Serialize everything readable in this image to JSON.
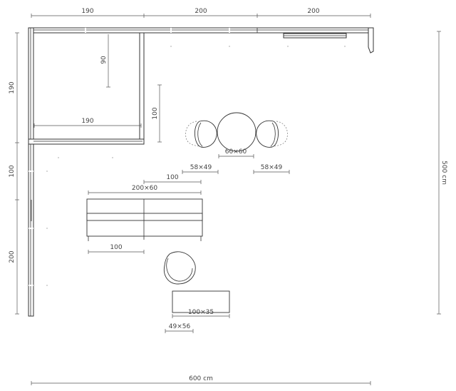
{
  "labels": {
    "top_left_width": "190",
    "top_mid_width": "200",
    "top_right_width": "200",
    "room_inner_depth": "90",
    "left_top_height": "190",
    "inner_wall_height": "100",
    "room_inner_width": "190",
    "left_mid_height": "100",
    "left_bottom_height": "200",
    "right_total_height": "500 cm",
    "table_size": "60×60",
    "chair_left_size": "58×49",
    "chair_right_size": "58×49",
    "sofa_offset": "100",
    "sofa_size": "200×60",
    "sofa_half": "100",
    "coffee_table_size": "100×35",
    "armchair_size": "49×56",
    "bottom_total_width": "600 cm"
  }
}
